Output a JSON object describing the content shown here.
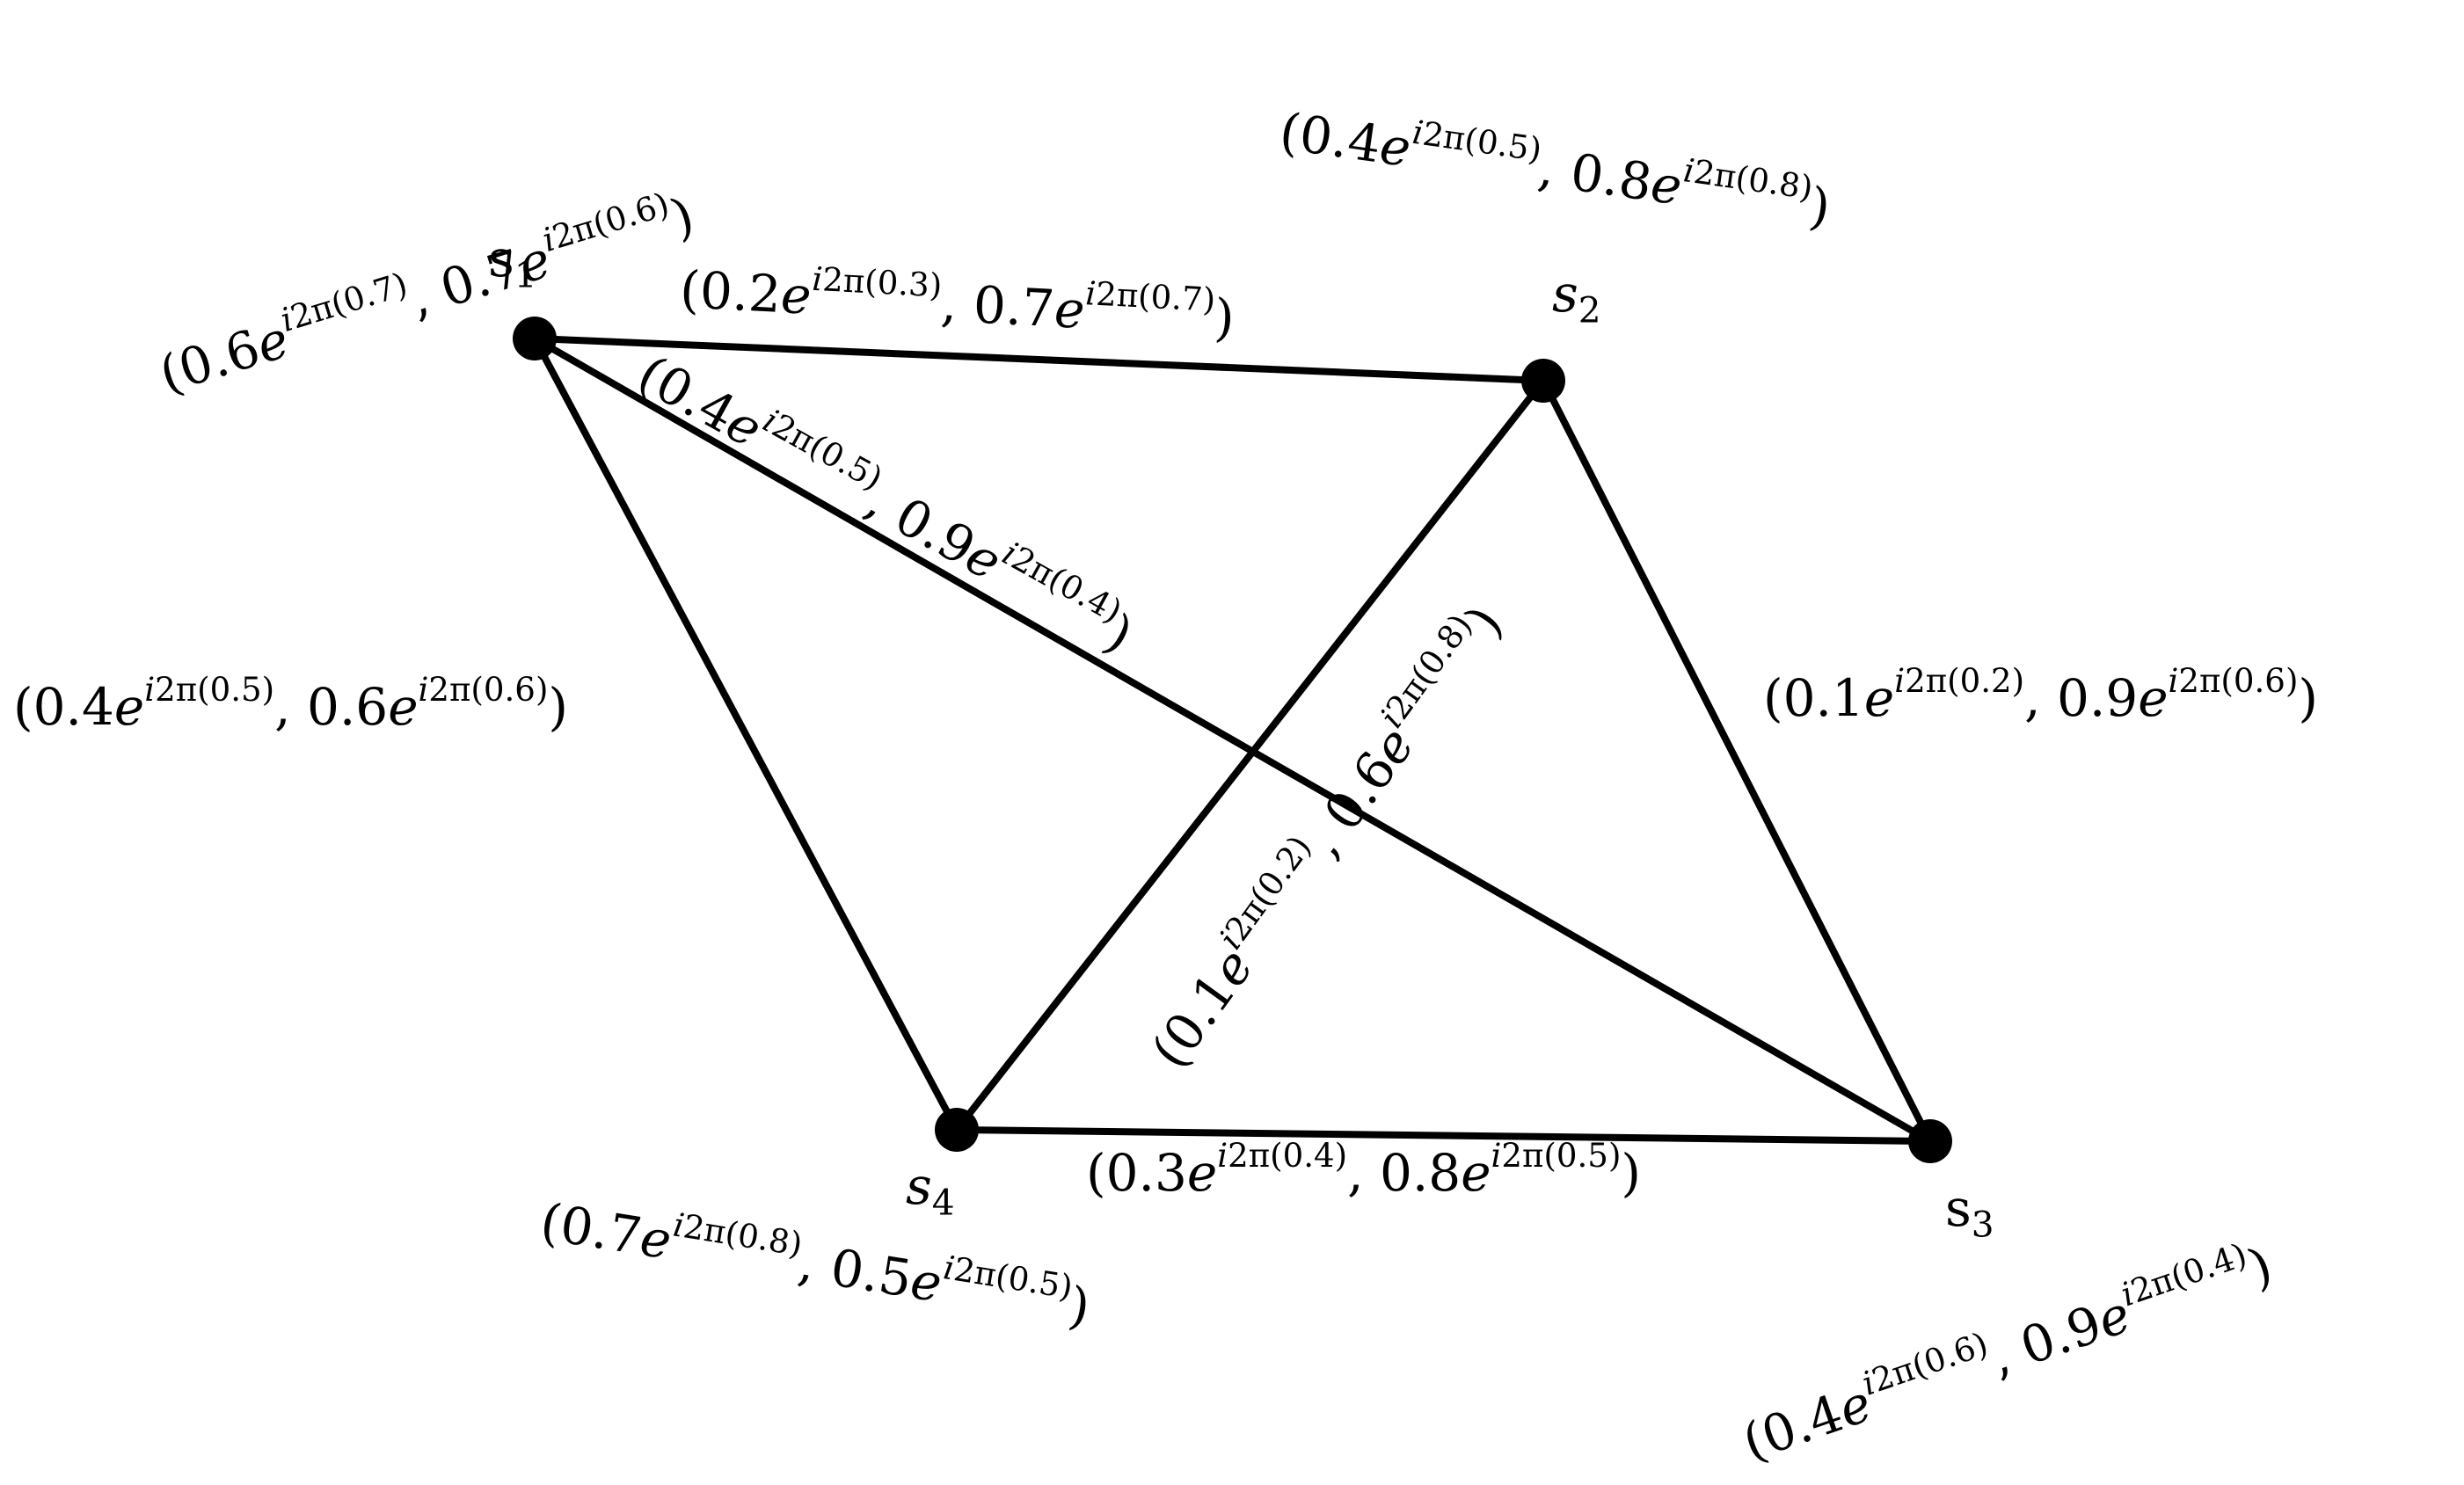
{
  "vertices": [
    {
      "id": "s1",
      "name": "s",
      "sub": "1"
    },
    {
      "id": "s2",
      "name": "s",
      "sub": "2"
    },
    {
      "id": "s3",
      "name": "s",
      "sub": "3"
    },
    {
      "id": "s4",
      "name": "s",
      "sub": "4"
    }
  ],
  "vertex_labels": {
    "s1": {
      "a": "0.6",
      "pa": "0.7",
      "b": "0.7",
      "pb": "0.6"
    },
    "s2": {
      "a": "0.4",
      "pa": "0.5",
      "b": "0.8",
      "pb": "0.8"
    },
    "s3": {
      "a": "0.4",
      "pa": "0.6",
      "b": "0.9",
      "pb": "0.4"
    },
    "s4": {
      "a": "0.7",
      "pa": "0.8",
      "b": "0.5",
      "pb": "0.5"
    }
  },
  "edges": [
    {
      "from": "s1",
      "to": "s2",
      "a": "0.2",
      "pa": "0.3",
      "b": "0.7",
      "pb": "0.7"
    },
    {
      "from": "s1",
      "to": "s3",
      "a": "0.4",
      "pa": "0.5",
      "b": "0.9",
      "pb": "0.4"
    },
    {
      "from": "s1",
      "to": "s4",
      "a": "0.4",
      "pa": "0.5",
      "b": "0.6",
      "pb": "0.6"
    },
    {
      "from": "s2",
      "to": "s3",
      "a": "0.1",
      "pa": "0.2",
      "b": "0.9",
      "pb": "0.6"
    },
    {
      "from": "s2",
      "to": "s4",
      "a": "0.1",
      "pa": "0.2",
      "b": "0.6",
      "pb": "0.8"
    },
    {
      "from": "s3",
      "to": "s4",
      "a": "0.3",
      "pa": "0.4",
      "b": "0.8",
      "pb": "0.5"
    }
  ],
  "colors": {
    "stroke": "#000000",
    "background": "#ffffff"
  }
}
